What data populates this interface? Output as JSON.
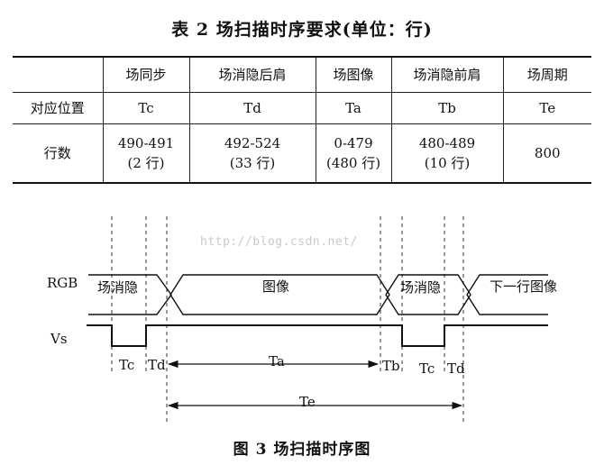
{
  "table_title": "表 2   场扫描时序要求(单位：行)",
  "table": {
    "headers": [
      "",
      "场同步",
      "场消隐后肩",
      "场图像",
      "场消隐前肩",
      "场周期"
    ],
    "rows": [
      {
        "label": "对应位置",
        "cells": [
          [
            "Tc"
          ],
          [
            "Td"
          ],
          [
            "Ta"
          ],
          [
            "Tb"
          ],
          [
            "Te"
          ]
        ]
      },
      {
        "label": "行数",
        "cells": [
          [
            "490-491",
            "(2 行)"
          ],
          [
            "492-524",
            "(33 行)"
          ],
          [
            "0-479",
            "(480 行)"
          ],
          [
            "480-489",
            "(10 行)"
          ],
          [
            "800"
          ]
        ]
      }
    ]
  },
  "watermark": "http://blog.csdn.net/",
  "diagram": {
    "rgb_label": "RGB",
    "vs_label": "Vs",
    "segments": [
      "场消隐",
      "图像",
      "场消隐",
      "下一行图像"
    ],
    "timing_labels": [
      "Tc",
      "Td",
      "Ta",
      "Tb",
      "Tc",
      "Td"
    ],
    "period_label": "Te"
  },
  "figure_caption": "图 3    场扫描时序图"
}
